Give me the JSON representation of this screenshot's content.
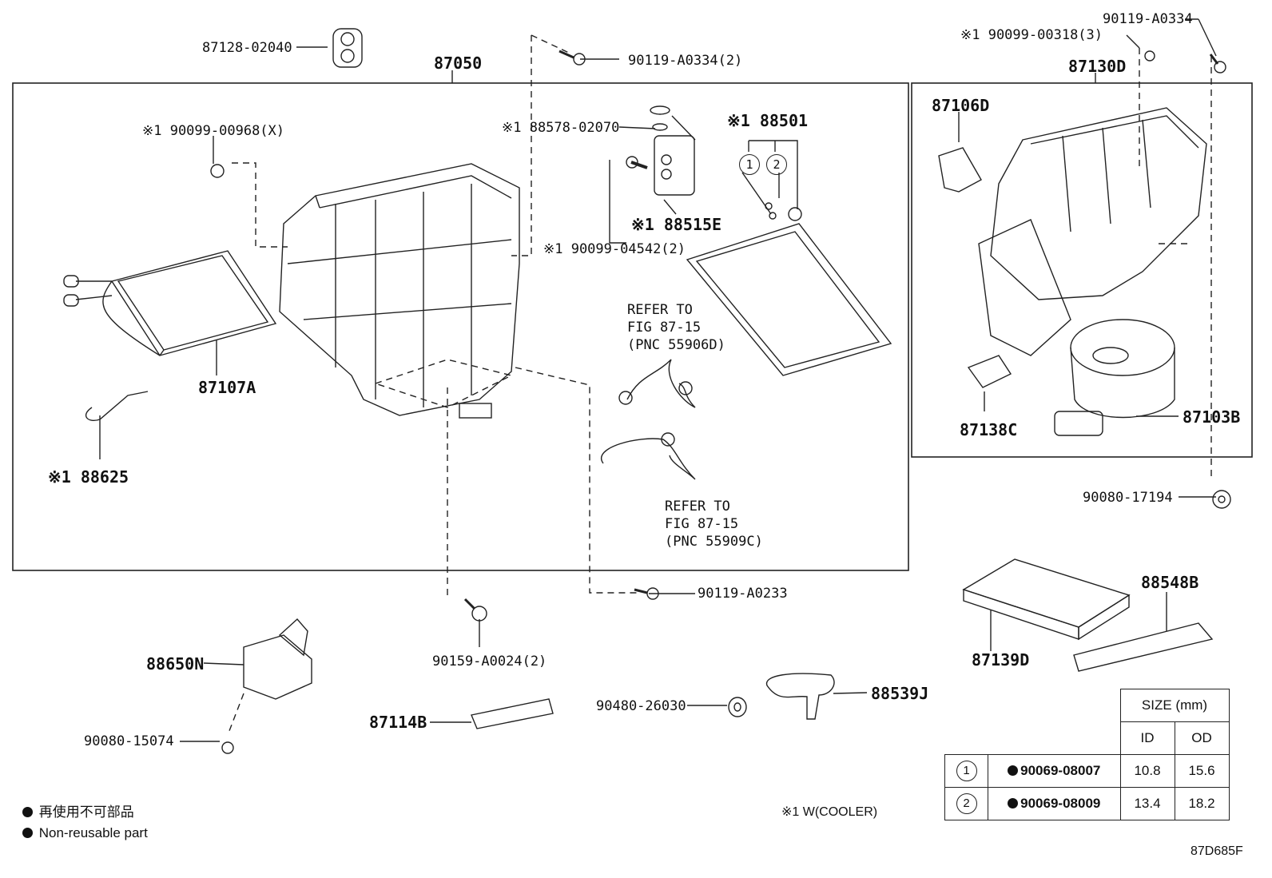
{
  "parts": {
    "p87128": "87128-02040",
    "p90119_2": "90119-A0334(2)",
    "p87050": "87050",
    "p90099_00968": "※1 90099-00968(X)",
    "p88578": "※1 88578-02070",
    "p88501": "※1 88501",
    "p88515": "※1 88515E",
    "p90099_04542": "※1 90099-04542(2)",
    "p87107": "87107A",
    "p88625": "※1 88625",
    "refer1_line1": "REFER TO",
    "refer1_line2": "FIG 87-15",
    "refer1_line3": "(PNC 55906D)",
    "refer2_line1": "REFER TO",
    "refer2_line2": "FIG 87-15",
    "refer2_line3": "(PNC 55909C)",
    "p90119_a0334": "90119-A0334",
    "p90099_00318": "※1 90099-00318(3)",
    "p87130": "87130D",
    "p87106": "87106D",
    "p87138": "87138C",
    "p87103": "87103B",
    "p90080_17194": "90080-17194",
    "p90119_a0233": "90119-A0233",
    "p90159": "90159-A0024(2)",
    "p88650": "88650N",
    "p90080_15074": "90080-15074",
    "p87114": "87114B",
    "p90480": "90480-26030",
    "p88539": "88539J",
    "p87139": "87139D",
    "p88548": "88548B",
    "circle1": "1",
    "circle2": "2"
  },
  "size_table": {
    "header": "SIZE (mm)",
    "col_id": "ID",
    "col_od": "OD",
    "rows": [
      {
        "ref": "1",
        "part": "90069-08007",
        "id": "10.8",
        "od": "15.6"
      },
      {
        "ref": "2",
        "part": "90069-08009",
        "id": "13.4",
        "od": "18.2"
      }
    ]
  },
  "legend": {
    "jp": "再使用不可部品",
    "en": "Non-reusable part",
    "w_cooler": "※1 W(COOLER)",
    "fig_code": "87D685F"
  }
}
